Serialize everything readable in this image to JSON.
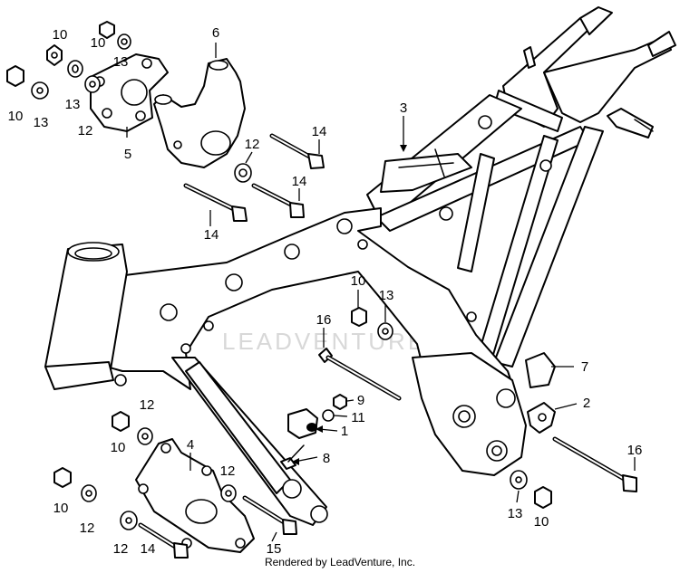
{
  "watermark": "LEADVENTURE",
  "footer": "Rendered by LeadVenture, Inc.",
  "labels": {
    "p1": "1",
    "p2": "2",
    "p3": "3",
    "p4": "4",
    "p5": "5",
    "p6": "6",
    "p7": "7",
    "p8": "8",
    "p9": "9",
    "p10": "10",
    "p11": "11",
    "p12": "12",
    "p13": "13",
    "p14": "14",
    "p15": "15",
    "p16": "16"
  }
}
